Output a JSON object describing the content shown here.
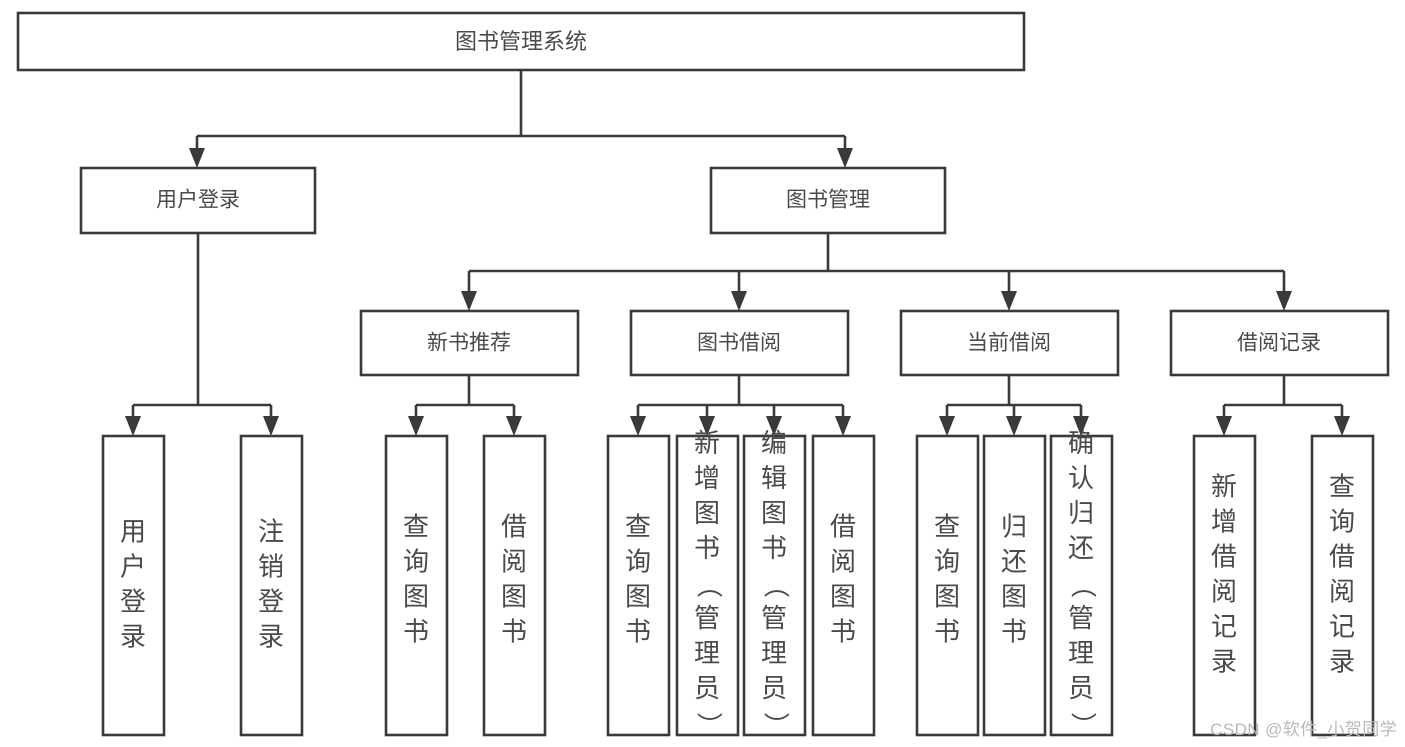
{
  "diagram": {
    "type": "tree-hierarchy-chart",
    "title": "图书管理系统",
    "watermark": "CSDN @软件_小贺同学",
    "colors": {
      "background": "#ffffff",
      "box_stroke": "#3a3a3a",
      "box_fill": "#ffffff",
      "text": "#4a4a4a",
      "watermark": "#b9b9b9"
    },
    "levels": [
      {
        "level": 1,
        "nodes": [
          {
            "id": "root",
            "label": "图书管理系统",
            "orientation": "horizontal"
          }
        ]
      },
      {
        "level": 2,
        "nodes": [
          {
            "id": "user-login",
            "label": "用户登录",
            "orientation": "horizontal",
            "parent": "root"
          },
          {
            "id": "book-manage",
            "label": "图书管理",
            "orientation": "horizontal",
            "parent": "root"
          }
        ]
      },
      {
        "level": 3,
        "nodes": [
          {
            "id": "new-book-rec",
            "label": "新书推荐",
            "orientation": "horizontal",
            "parent": "book-manage"
          },
          {
            "id": "book-borrow",
            "label": "图书借阅",
            "orientation": "horizontal",
            "parent": "book-manage"
          },
          {
            "id": "current-borrow",
            "label": "当前借阅",
            "orientation": "horizontal",
            "parent": "book-manage"
          },
          {
            "id": "borrow-record",
            "label": "借阅记录",
            "orientation": "horizontal",
            "parent": "book-manage"
          }
        ]
      },
      {
        "level": 4,
        "nodes": [
          {
            "id": "leaf-user-login",
            "label": "用户登录",
            "orientation": "vertical",
            "parent": "user-login"
          },
          {
            "id": "leaf-logout",
            "label": "注销登录",
            "orientation": "vertical",
            "parent": "user-login"
          },
          {
            "id": "leaf-query-book-1",
            "label": "查询图书",
            "orientation": "vertical",
            "parent": "new-book-rec"
          },
          {
            "id": "leaf-borrow-book-1",
            "label": "借阅图书",
            "orientation": "vertical",
            "parent": "new-book-rec"
          },
          {
            "id": "leaf-query-book-2",
            "label": "查询图书",
            "orientation": "vertical",
            "parent": "book-borrow"
          },
          {
            "id": "leaf-add-book",
            "label": "新增图书（管理员）",
            "orientation": "vertical",
            "parent": "book-borrow"
          },
          {
            "id": "leaf-edit-book",
            "label": "编辑图书（管理员）",
            "orientation": "vertical",
            "parent": "book-borrow"
          },
          {
            "id": "leaf-borrow-book-2",
            "label": "借阅图书",
            "orientation": "vertical",
            "parent": "book-borrow"
          },
          {
            "id": "leaf-query-book-3",
            "label": "查询图书",
            "orientation": "vertical",
            "parent": "current-borrow"
          },
          {
            "id": "leaf-return-book",
            "label": "归还图书",
            "orientation": "vertical",
            "parent": "current-borrow"
          },
          {
            "id": "leaf-confirm-return",
            "label": "确认归还（管理员）",
            "orientation": "vertical",
            "parent": "current-borrow"
          },
          {
            "id": "leaf-add-record",
            "label": "新增借阅记录",
            "orientation": "vertical",
            "parent": "borrow-record"
          },
          {
            "id": "leaf-query-record",
            "label": "查询借阅记录",
            "orientation": "vertical",
            "parent": "borrow-record"
          }
        ]
      }
    ],
    "edges": [
      {
        "from": "root",
        "to": "user-login"
      },
      {
        "from": "root",
        "to": "book-manage"
      },
      {
        "from": "book-manage",
        "to": "new-book-rec"
      },
      {
        "from": "book-manage",
        "to": "book-borrow"
      },
      {
        "from": "book-manage",
        "to": "current-borrow"
      },
      {
        "from": "book-manage",
        "to": "borrow-record"
      },
      {
        "from": "user-login",
        "to": "leaf-user-login"
      },
      {
        "from": "user-login",
        "to": "leaf-logout"
      },
      {
        "from": "new-book-rec",
        "to": "leaf-query-book-1"
      },
      {
        "from": "new-book-rec",
        "to": "leaf-borrow-book-1"
      },
      {
        "from": "book-borrow",
        "to": "leaf-query-book-2"
      },
      {
        "from": "book-borrow",
        "to": "leaf-add-book"
      },
      {
        "from": "book-borrow",
        "to": "leaf-edit-book"
      },
      {
        "from": "book-borrow",
        "to": "leaf-borrow-book-2"
      },
      {
        "from": "current-borrow",
        "to": "leaf-query-book-3"
      },
      {
        "from": "current-borrow",
        "to": "leaf-return-book"
      },
      {
        "from": "current-borrow",
        "to": "leaf-confirm-return"
      },
      {
        "from": "borrow-record",
        "to": "leaf-add-record"
      },
      {
        "from": "borrow-record",
        "to": "leaf-query-record"
      }
    ]
  }
}
